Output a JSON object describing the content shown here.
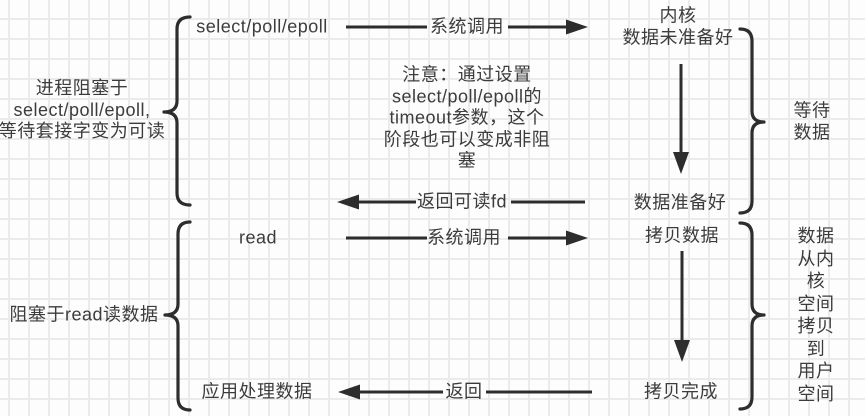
{
  "colors": {
    "ink": "#2d2d2d",
    "text": "#3c3c3c",
    "grid_line": "#ebebee",
    "background": "#fdfdfe"
  },
  "phase_wait": {
    "process_state_label": "进程阻塞于\nselect/poll/epoll,\n等待套接字变为可读",
    "call_name": "select/poll/epoll",
    "syscall_arrow_label": "系统调用",
    "kernel_state": "内核\n数据未准备好",
    "note_text": "注意：通过设置\nselect/poll/epoll的\ntimeout参数，这个\n阶段也可以变成非阻\n塞",
    "kernel_ready": "数据准备好",
    "return_arrow_label": "返回可读fd",
    "right_label": "等待数据"
  },
  "phase_copy": {
    "process_state_label": "阻塞于read读数据",
    "call_name": "read",
    "syscall_arrow_label": "系统调用",
    "kernel_state": "拷贝数据",
    "kernel_done": "拷贝完成",
    "return_arrow_label": "返回",
    "app_label": "应用处理数据",
    "right_label": "数据从内核\n空间拷贝到\n用户空间"
  }
}
